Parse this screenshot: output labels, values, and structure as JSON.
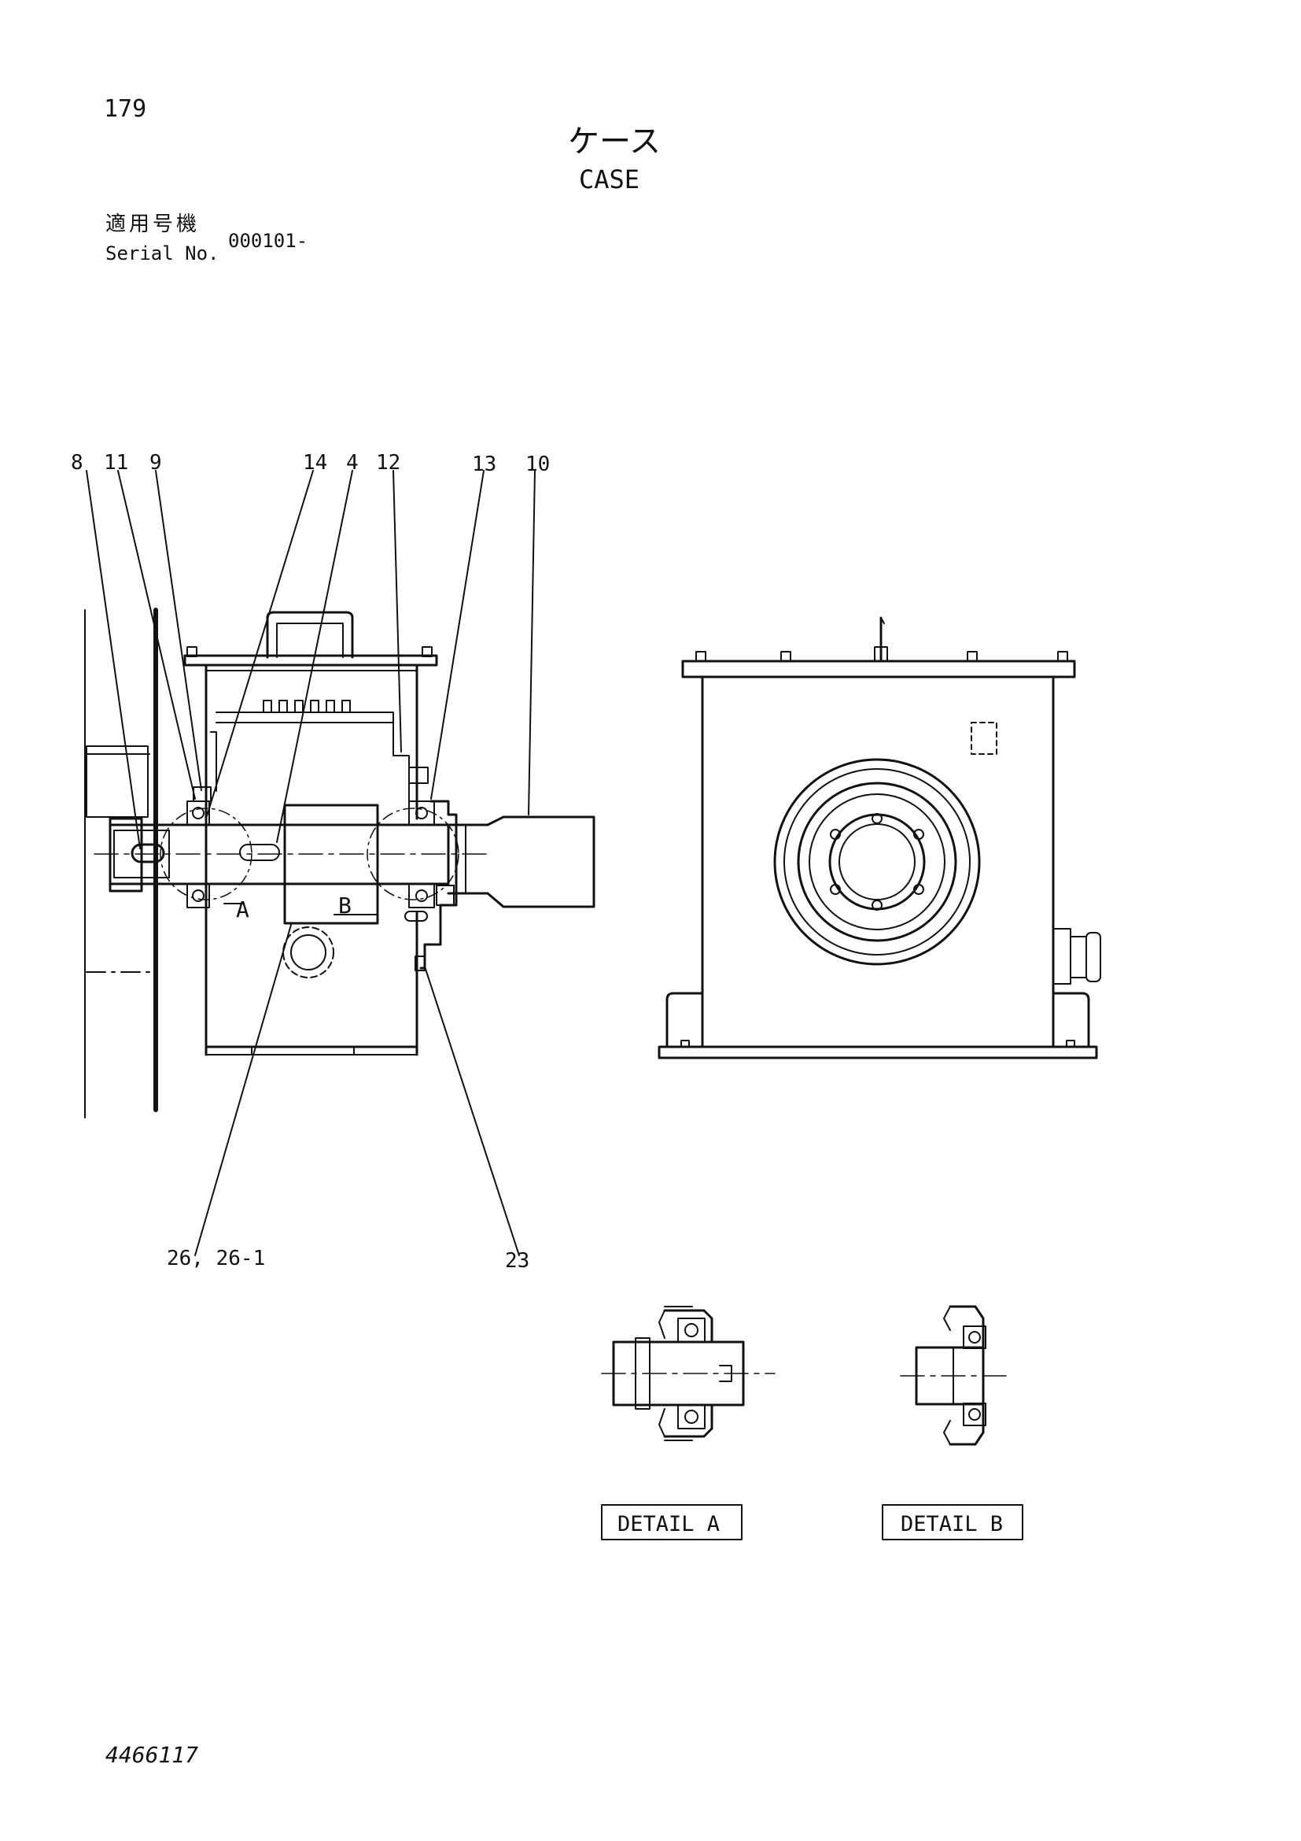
{
  "header": {
    "page_number": "179",
    "title_jp": "ケース",
    "title_en": "CASE",
    "serial_label_jp": "適用号機",
    "serial_label_en": "Serial No.",
    "serial_value": "000101-"
  },
  "part_labels": {
    "p8": "8",
    "p11": "11",
    "p9": "9",
    "p14": "14",
    "p4": "4",
    "p12": "12",
    "p13": "13",
    "p10": "10",
    "p26": "26, 26-1",
    "p23": "23"
  },
  "detail_markers": {
    "a": "A",
    "b": "B"
  },
  "detail_boxes": {
    "a": "DETAIL  A",
    "b": "DETAIL B"
  },
  "footer": {
    "doc_number": "4466117"
  }
}
